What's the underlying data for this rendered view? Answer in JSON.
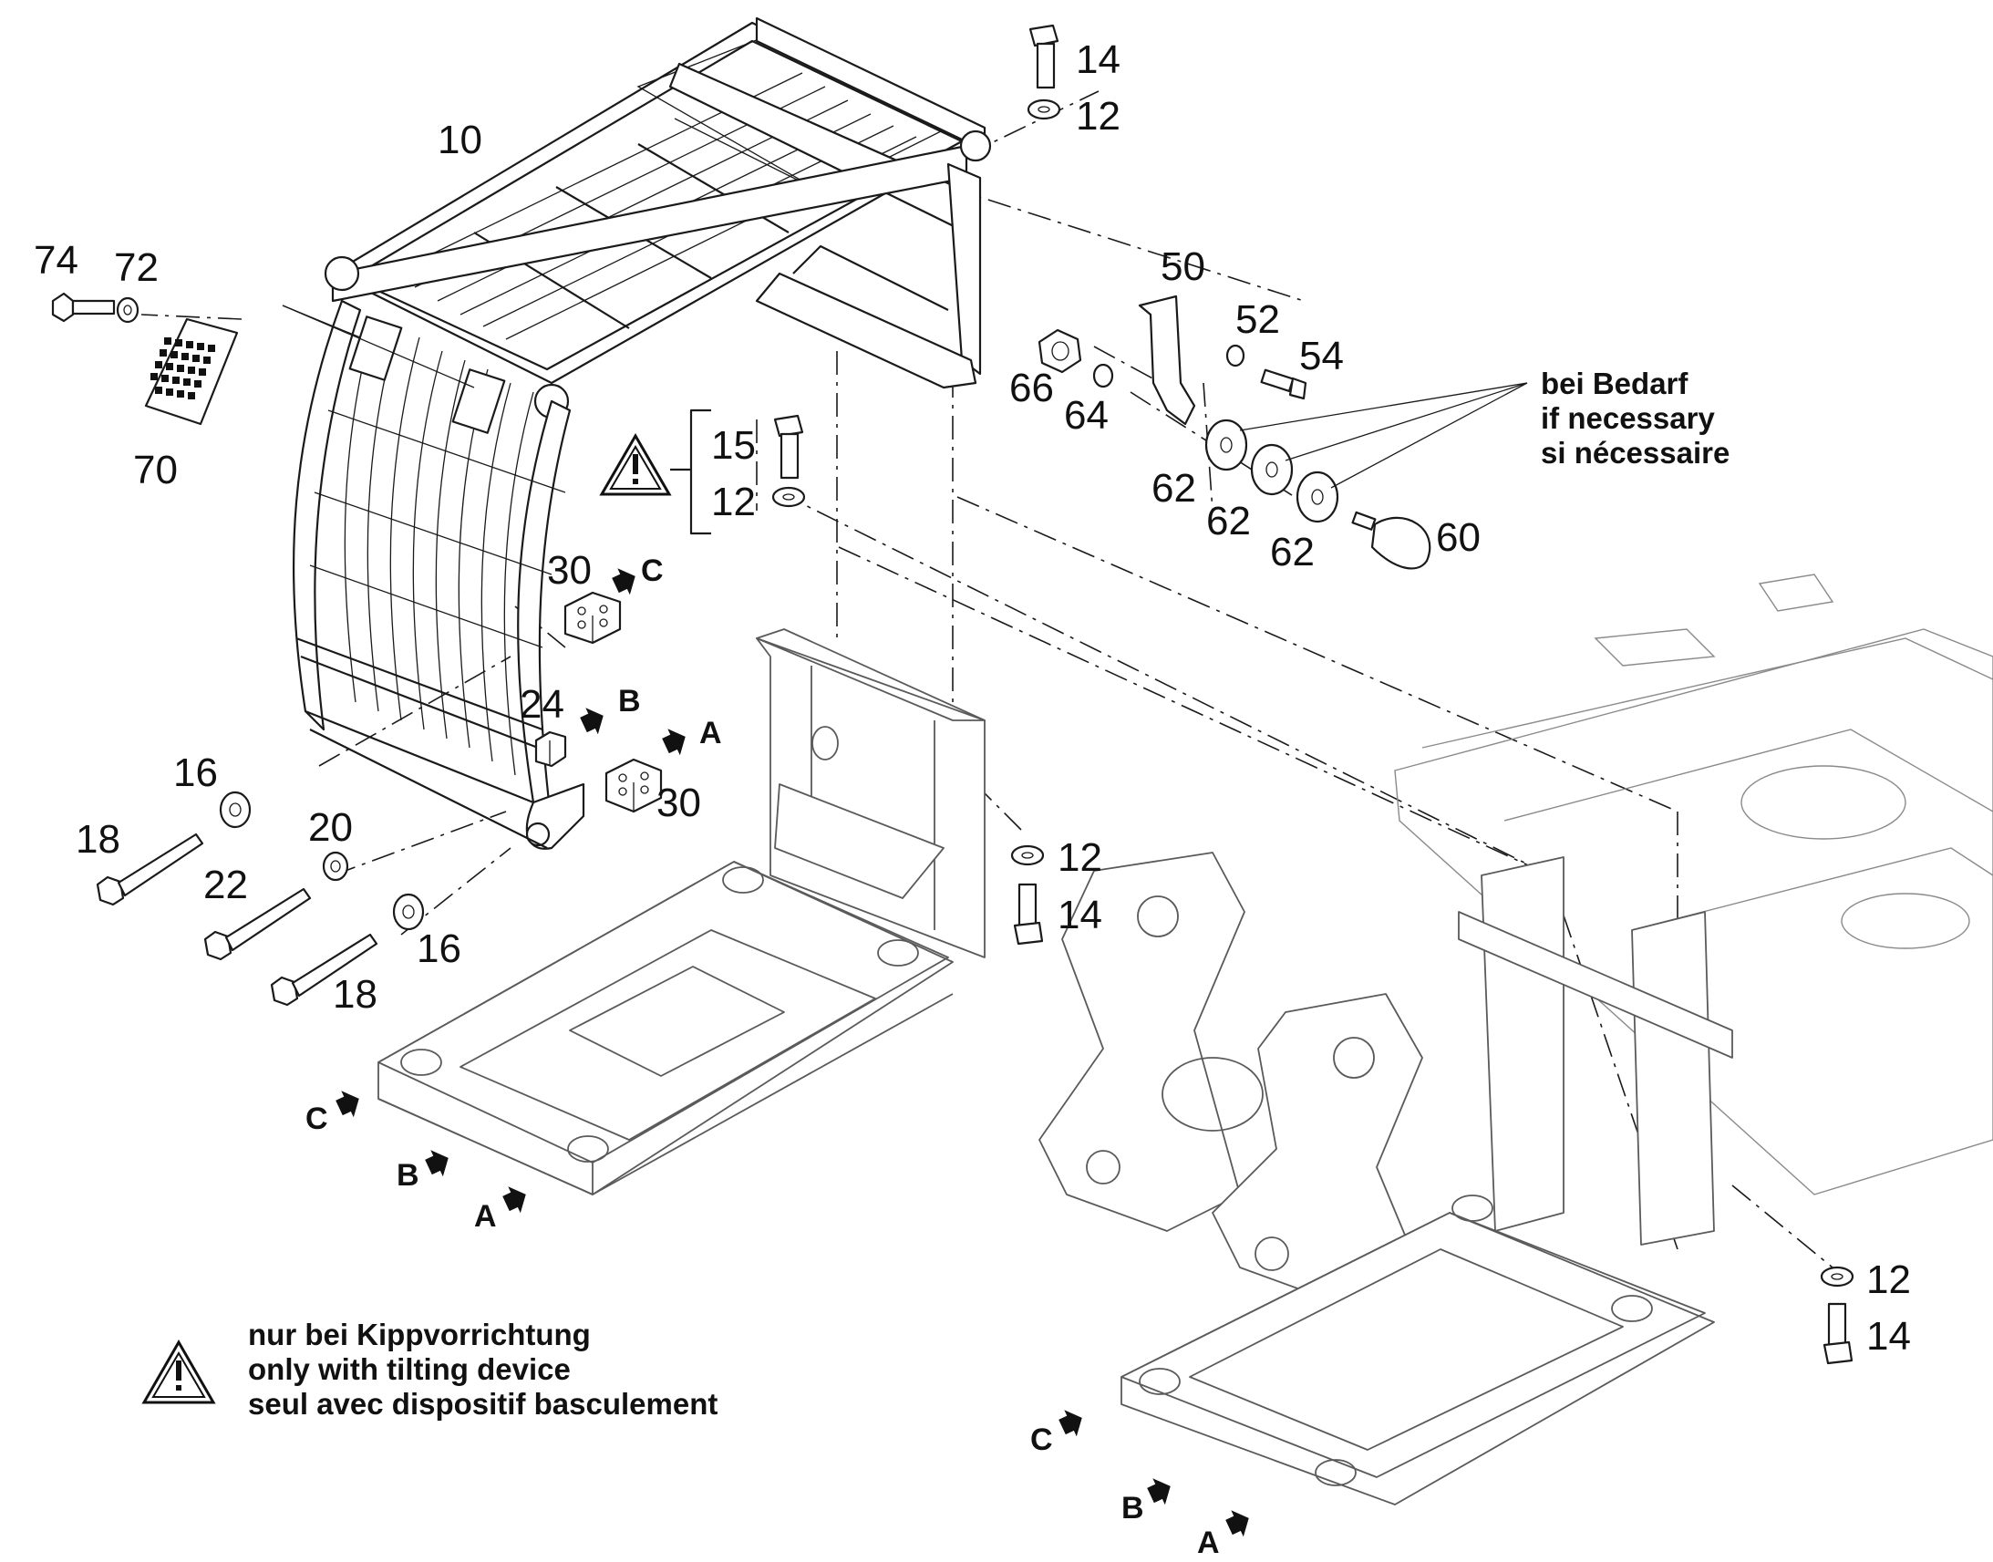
{
  "part_numbers": {
    "p10": "10",
    "p12_top": "12",
    "p14_top": "14",
    "p15": "15",
    "p12_warn": "12",
    "p50": "50",
    "p52": "52",
    "p54": "54",
    "p60": "60",
    "p62_a": "62",
    "p62_b": "62",
    "p62_c": "62",
    "p64": "64",
    "p66": "66",
    "p70": "70",
    "p72": "72",
    "p74": "74",
    "p30_upper": "30",
    "p30_lower": "30",
    "p24": "24",
    "p16_upper": "16",
    "p16_lower": "16",
    "p18_upper": "18",
    "p18_lower": "18",
    "p20": "20",
    "p22": "22",
    "p12_mid": "12",
    "p14_mid": "14",
    "p12_right": "12",
    "p14_right": "14"
  },
  "refs": {
    "c_30": "C",
    "b_24": "B",
    "a_30": "A",
    "c_frame_left": "C",
    "b_frame_left": "B",
    "a_frame_left": "A",
    "c_frame_right": "C",
    "b_frame_right": "B",
    "a_frame_right": "A"
  },
  "optional_note": {
    "line1": "bei Bedarf",
    "line2": "if necessary",
    "line3": "si nécessaire"
  },
  "warning_note": {
    "line1": "nur bei Kippvorrichtung",
    "line2": "only with tilting device",
    "line3": "seul avec dispositif basculement"
  },
  "icons": [
    "warning-triangle-icon",
    "reference-arrow-icon"
  ]
}
